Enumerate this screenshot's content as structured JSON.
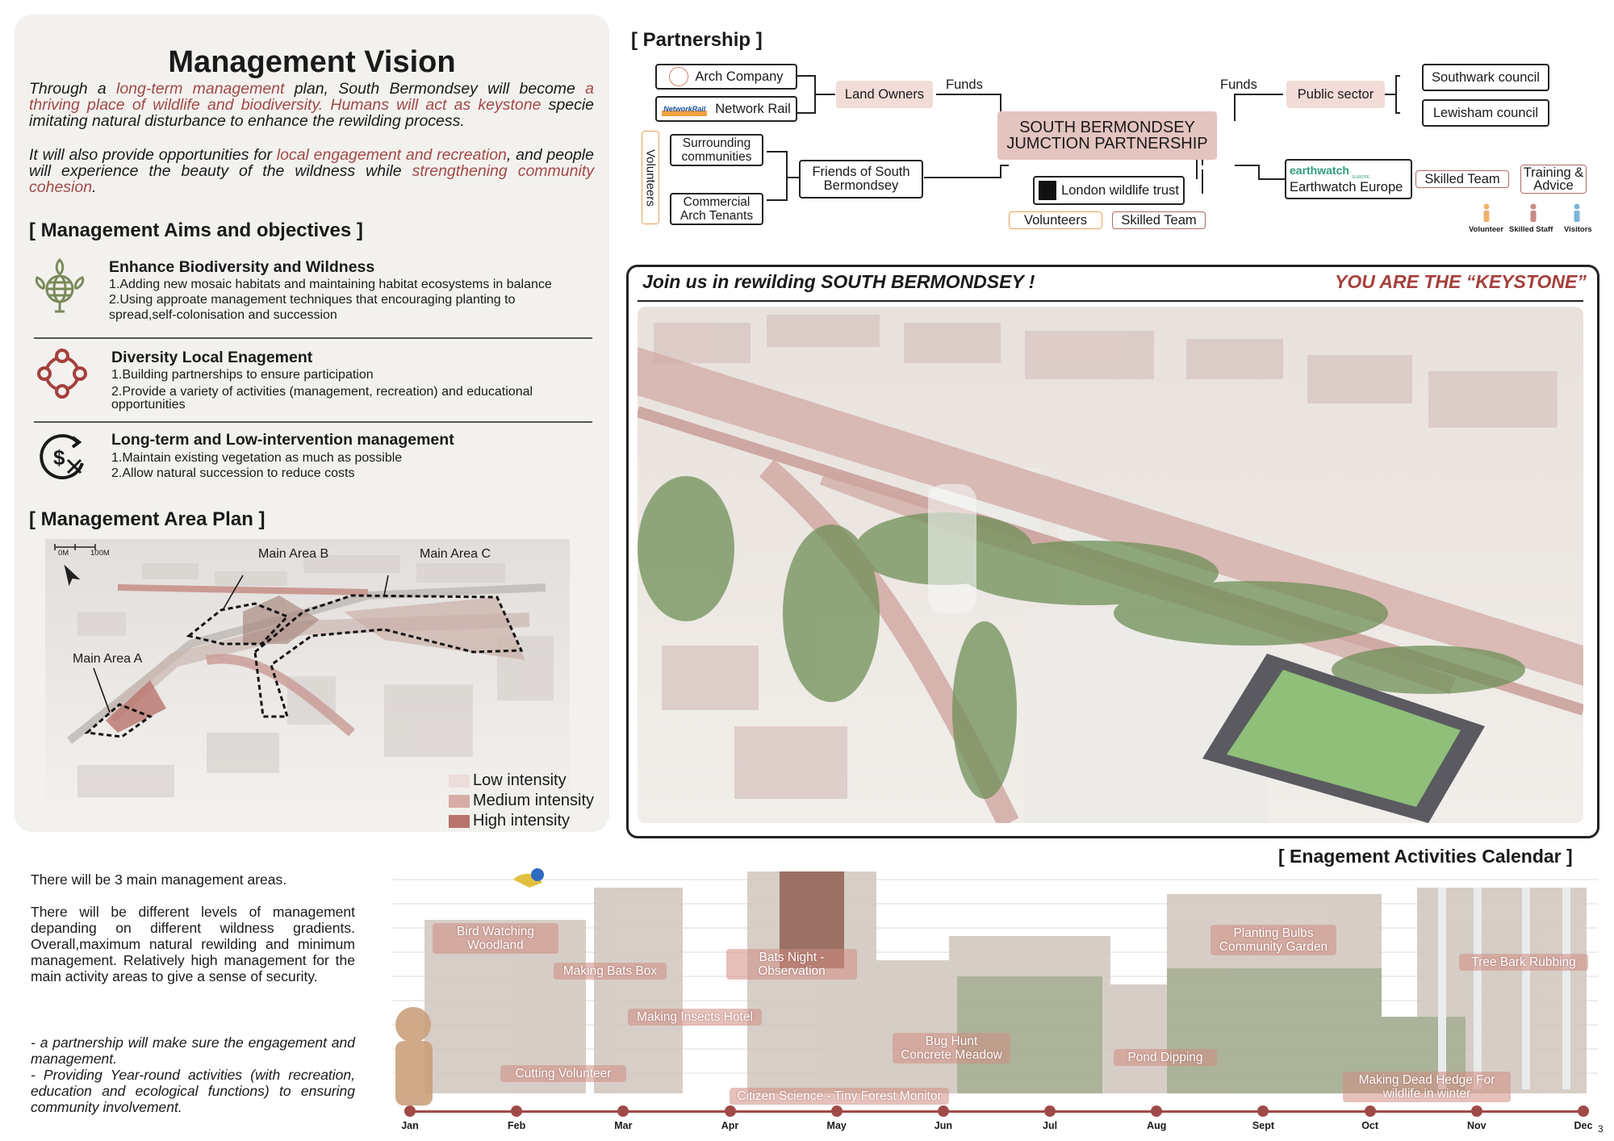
{
  "vision": {
    "title": "Management Vision",
    "p1_a": "Through a ",
    "p1_b": "long-term management",
    "p1_c": " plan, South Bermondsey will become ",
    "p1_d": "a thriving place of wildlife and biodiversity. Humans will act as keystone",
    "p1_e": " specie imitating natural disturbance to enhance the rewilding process.",
    "p2_a": "It will also provide opportunities for ",
    "p2_b": "local engagement and recreation",
    "p2_c": ", and people will experience the beauty of the wildness while ",
    "p2_d": "strengthening community cohesion",
    "p2_e": "."
  },
  "aims": {
    "heading": "[ Management Aims and objectives ]",
    "items": [
      {
        "title": "Enhance Biodiversity and Wildness",
        "l1": "1.Adding new mosaic habitats and maintaining habitat ecosystems in balance",
        "l2": "2.Using approate management techniques that encouraging planting to",
        "l3": "spread,self-colonisation and succession"
      },
      {
        "title": "Diversity Local Enagement",
        "l1": "1.Building partnerships to ensure participation",
        "l2": "2.Provide a variety of activities (management, recreation) and educational",
        "l3": "opportunities"
      },
      {
        "title": "Long-term and Low-intervention management",
        "l1": "1.Maintain existing vegetation as much as possible",
        "l2": "2.Allow natural succession to reduce costs"
      }
    ],
    "icons": [
      "globe-leaf-icon",
      "community-network-icon",
      "cost-reduction-icon"
    ]
  },
  "area_plan": {
    "heading": "[ Management Area Plan ]",
    "scale_0": "0M",
    "scale_100": "100M",
    "area_a": "Main Area A",
    "area_b": "Main Area B",
    "area_c": "Main Area C",
    "legend": [
      {
        "label": "Low intensity",
        "color": "#ecdcda"
      },
      {
        "label": "Medium intensity",
        "color": "#d8aca6"
      },
      {
        "label": "High intensity",
        "color": "#b8736b"
      }
    ]
  },
  "partnership": {
    "heading": "[ Partnership ]",
    "arch_company": "Arch Company",
    "network_rail": "Network Rail",
    "network_rail_logo": "NetworkRail",
    "land_owners": "Land Owners",
    "funds_left": "Funds",
    "funds_right": "Funds",
    "surrounding": "Surrounding communities",
    "commercial": "Commercial Arch Tenants",
    "volunteers_vertical": "Volunteers",
    "friends": "Friends of South Bermondsey",
    "center_l1": "SOUTH BERMONDSEY",
    "center_l2": "JUMCTION PARTNERSHIP",
    "london_wildlife": "London wildlife trust",
    "volunteers": "Volunteers",
    "skilled_team_1": "Skilled Team",
    "public_sector": "Public sector",
    "southwark": "Southwark council",
    "lewisham": "Lewisham council",
    "earthwatch_logo": "earthwatch",
    "earthwatch_sub": "EUROPE",
    "earthwatch": "Earthwatch Europe",
    "skilled_team_2": "Skilled Team",
    "training": "Training & Advice",
    "people_legend": [
      "Volunteer",
      "Skilled Staff",
      "Visitors"
    ],
    "people_colors": [
      "#f0b070",
      "#c88a86",
      "#7ab4d8"
    ]
  },
  "banner": {
    "left": "Join us in rewilding SOUTH BERMONDSEY !",
    "right": "YOU ARE THE “KEYSTONE”"
  },
  "calendar": {
    "heading": "[ Enagement Activities Calendar ]",
    "months": [
      "Jan",
      "Feb",
      "Mar",
      "Apr",
      "May",
      "Jun",
      "Jul",
      "Aug",
      "Sept",
      "Oct",
      "Nov",
      "Dec"
    ],
    "activities": [
      "Bird Watching Woodland",
      "Making Bats Box",
      "Bats Night - Observation",
      "Making Insects Hotel",
      "Cutting Volunteer",
      "Bug Hunt Concrete Meadow",
      "Citizen Science - Tiny Forest Monitor",
      "Planting Bulbs Community Garden",
      "Pond Dipping",
      "Tree Bark Rubbing",
      "Making Dead Hedge For wildlife in winter"
    ]
  },
  "left_text": {
    "p1": "There will be 3 main management areas.",
    "p2": "There will be different levels of management depanding on different wildness gradients. Overall,maximum natural rewilding and minimum management. Relatively high management for the main activity areas to give a sense of security.",
    "p3": "- a partnership will make sure the engagement and management.",
    "p4": "- Providing Year-round activities (with recreation, education and ecological functions) to ensuring community involvement."
  },
  "page_number": "3"
}
